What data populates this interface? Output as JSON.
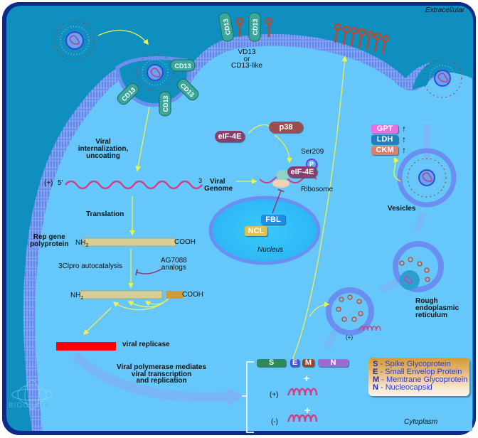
{
  "regions": {
    "extracellular": "Extracellular",
    "cytoplasm": "Cytoplasm",
    "nucleus": "Nucleus"
  },
  "receptors": {
    "cd13_label": "CD13",
    "receptor_caption": [
      "VD13",
      "or",
      "CD13-like"
    ]
  },
  "steps": {
    "internalization": [
      "Viral",
      "internalization,",
      "uncoating"
    ],
    "genome_plus": "(+)",
    "genome_5prime": "5'",
    "genome_3prime": "3",
    "viral_genome": [
      "Viral",
      "Genome"
    ],
    "translation": "Translation",
    "rep_gene": [
      "Rep gene",
      "polyprotein"
    ],
    "nh2": "NH",
    "nh2_sub": "2",
    "cooh": "COOH",
    "autocatalysis": "3Clpro autocatalysis",
    "inhibitor": [
      "AG7088",
      "analogs"
    ],
    "replicase": "viral replicase",
    "polymerase": [
      "Viral polymerase mediates",
      "viral transcription",
      "and replication"
    ]
  },
  "translation_complex": {
    "eif4e": "eIF-4E",
    "p38": "p38",
    "ser209": "Ser209",
    "phospho": "P",
    "ribosome": "Ribosome",
    "fbl": "FBL",
    "ncl": "NCL"
  },
  "enzymes": {
    "items": [
      {
        "label": "GPT",
        "color": "#e86fe0",
        "trend": "up"
      },
      {
        "label": "LDH",
        "color": "#1f7fc0",
        "trend": "up"
      },
      {
        "label": "CKM",
        "color": "#d98070",
        "trend": "up"
      }
    ]
  },
  "assembly": {
    "vesicles": "Vesicles",
    "rer": [
      "Rough",
      "endoplasmic",
      "reticulum"
    ],
    "plus_strand": "(+)",
    "minus_strand": "(-)",
    "plus_sign": "+",
    "structural_proteins": [
      {
        "key": "S",
        "color": "#2e8b57"
      },
      {
        "key": "E",
        "color": "#4b4fe0"
      },
      {
        "key": "M",
        "color": "#a5401f"
      },
      {
        "key": "N",
        "color": "#9c6ad0"
      }
    ]
  },
  "legend": {
    "items": [
      {
        "key": "S",
        "text": "- Spike Glycoprotein"
      },
      {
        "key": "E",
        "text": "- Small Envelop Protein"
      },
      {
        "key": "M",
        "text": "- Memtrane Glycoprotein"
      },
      {
        "key": "N",
        "text": "- Nucleocapsid"
      }
    ]
  },
  "watermark": "BIOCARTA",
  "colors": {
    "extracellular": "#0f8fbf",
    "cytoplasm": "#66c8fa",
    "membrane": "#6a8ff0",
    "frame": "#0b2a8a",
    "arrow": "#f0f050",
    "rna": "#d0408a",
    "replicase": "#ff0000",
    "polyprotein": "#d6cf98"
  }
}
